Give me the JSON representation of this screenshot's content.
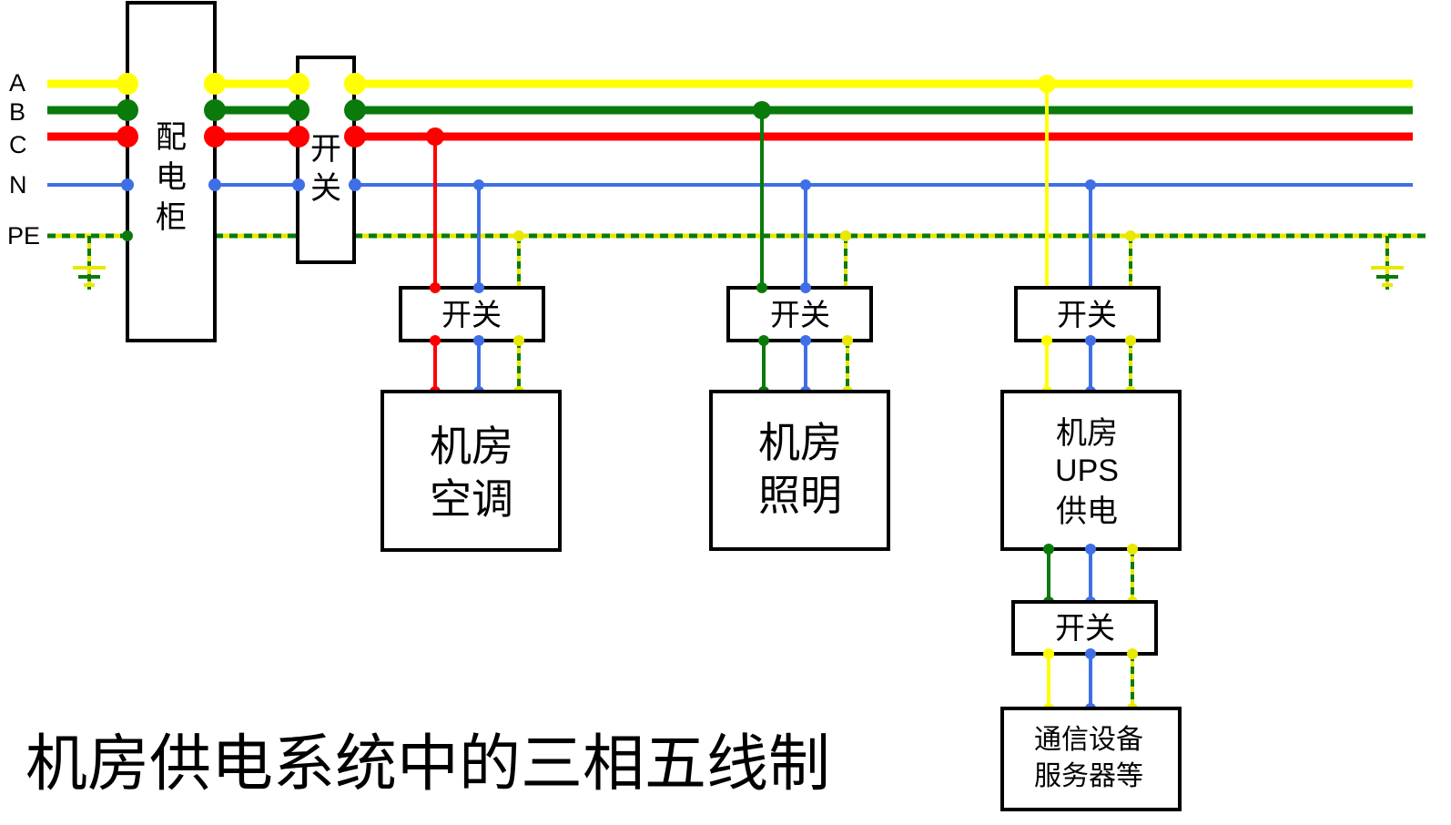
{
  "colors": {
    "A": "#ffff00",
    "B": "#0a7a0a",
    "C": "#ff0000",
    "N": "#3f6fe6",
    "PE_primary": "#e8e800",
    "PE_dash": "#0a7a0a",
    "box": "#000000"
  },
  "bus_labels": {
    "A": "A",
    "B": "B",
    "C": "C",
    "N": "N",
    "PE": "PE"
  },
  "cabinet": {
    "line1": "配",
    "line2": "电",
    "line3": "柜"
  },
  "main_switch": {
    "line1": "开",
    "line2": "关"
  },
  "switch_label": "开关",
  "loads": {
    "ac": {
      "line1": "机房",
      "line2": "空调"
    },
    "light": {
      "line1": "机房",
      "line2": "照明"
    },
    "ups": {
      "line1": "机房",
      "line2": "UPS",
      "line3": "供电"
    },
    "servers": {
      "line1": "通信设备",
      "line2": "服务器等"
    }
  },
  "title": "机房供电系统中的三相五线制"
}
